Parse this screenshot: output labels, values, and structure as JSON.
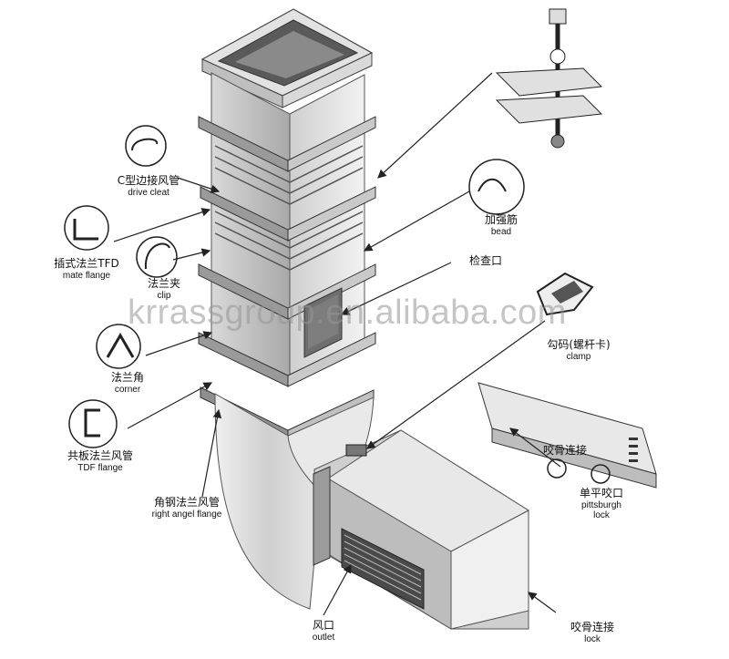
{
  "watermark": "krrassgroup.en.alibaba.com",
  "labels": {
    "drive_cleat": {
      "zh": "C型边接风管",
      "en": "drive cleat"
    },
    "mate_flange": {
      "zh": "插式法兰TFD",
      "en": "mate flange"
    },
    "clip": {
      "zh": "法兰夹",
      "en": "clip"
    },
    "corner": {
      "zh": "法兰角",
      "en": "corner"
    },
    "tdf_flange": {
      "zh": "共板法兰风管",
      "en": "TDF flange"
    },
    "right_angle_flange": {
      "zh": "角钢法兰风管",
      "en": "right angel flange"
    },
    "outlet": {
      "zh": "风口",
      "en": "outlet"
    },
    "bead": {
      "zh": "加强筋",
      "en": "bead"
    },
    "inspection_door": {
      "zh": "检查口",
      "en": ""
    },
    "clamp": {
      "zh": "勾码(螺杆卡)",
      "en": "clamp"
    },
    "pittsburgh_inner": {
      "zh": "咬骨连接",
      "en": ""
    },
    "pittsburgh_lock": {
      "zh": "单平咬口",
      "en": "pittsburgh\nlock"
    },
    "lock_bottom": {
      "zh": "咬骨连接",
      "en": "lock"
    }
  }
}
